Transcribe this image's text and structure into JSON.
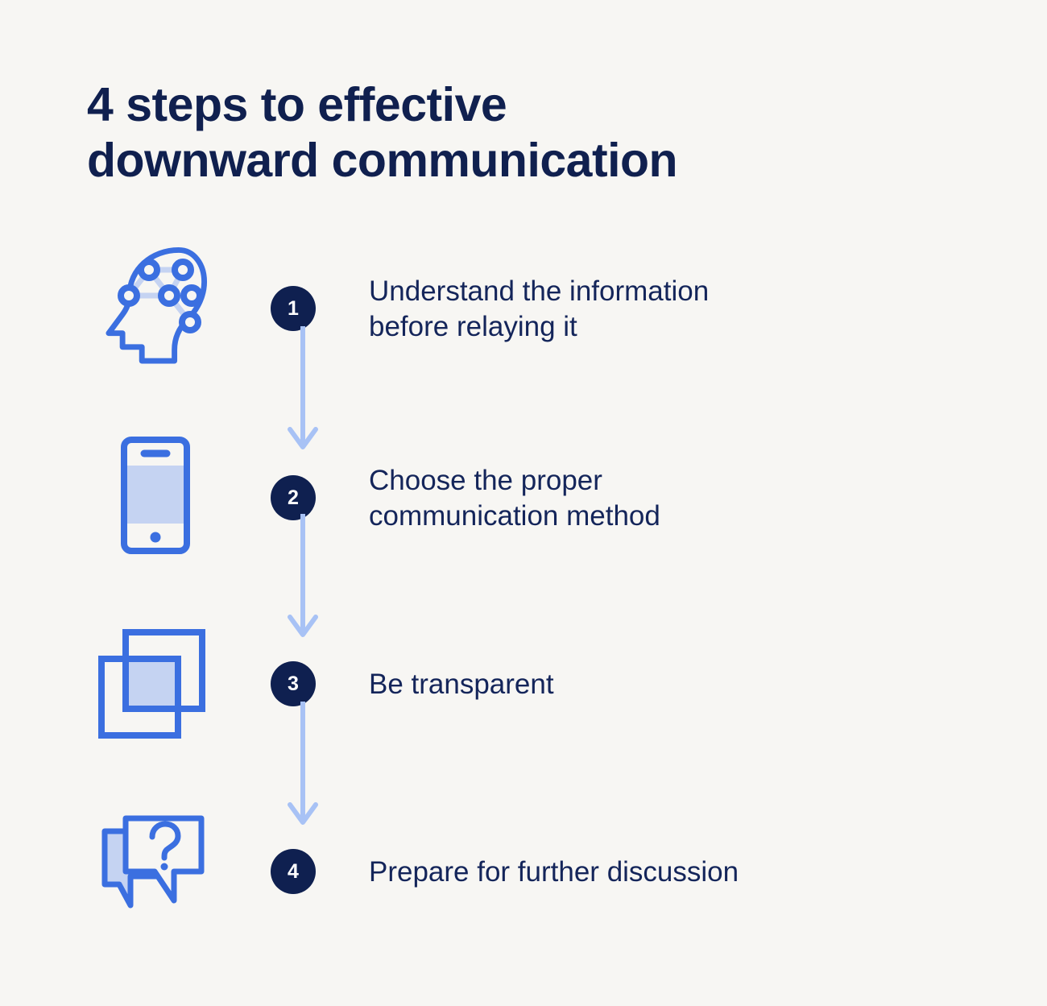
{
  "colors": {
    "background": "#f7f6f3",
    "navy": "#0f2050",
    "text_navy": "#14255a",
    "icon_blue": "#3b6fe0",
    "icon_fill_light": "#c5d3f2",
    "connector_blue": "#a8c2f5",
    "white": "#ffffff"
  },
  "header": {
    "title": "4 steps to effective\ndownward communication",
    "step_count": "4"
  },
  "steps": [
    {
      "number": "1",
      "text": "Understand the information\nbefore relaying it",
      "icon": "head-brain-network-icon",
      "icon_label": "Head with brain network"
    },
    {
      "number": "2",
      "text": "Choose the proper\ncommunication method",
      "icon": "mobile-phone-icon",
      "icon_label": "Mobile phone"
    },
    {
      "number": "3",
      "text": "Be transparent",
      "icon": "overlapping-squares-icon",
      "icon_label": "Overlapping transparent squares"
    },
    {
      "number": "4",
      "text": "Prepare for further discussion",
      "icon": "speech-bubbles-question-icon",
      "icon_label": "Speech bubbles with question mark"
    }
  ],
  "connectors": [
    {
      "from": "1",
      "to": "2",
      "direction": "down"
    },
    {
      "from": "2",
      "to": "3",
      "direction": "down"
    },
    {
      "from": "3",
      "to": "4",
      "direction": "down"
    }
  ]
}
